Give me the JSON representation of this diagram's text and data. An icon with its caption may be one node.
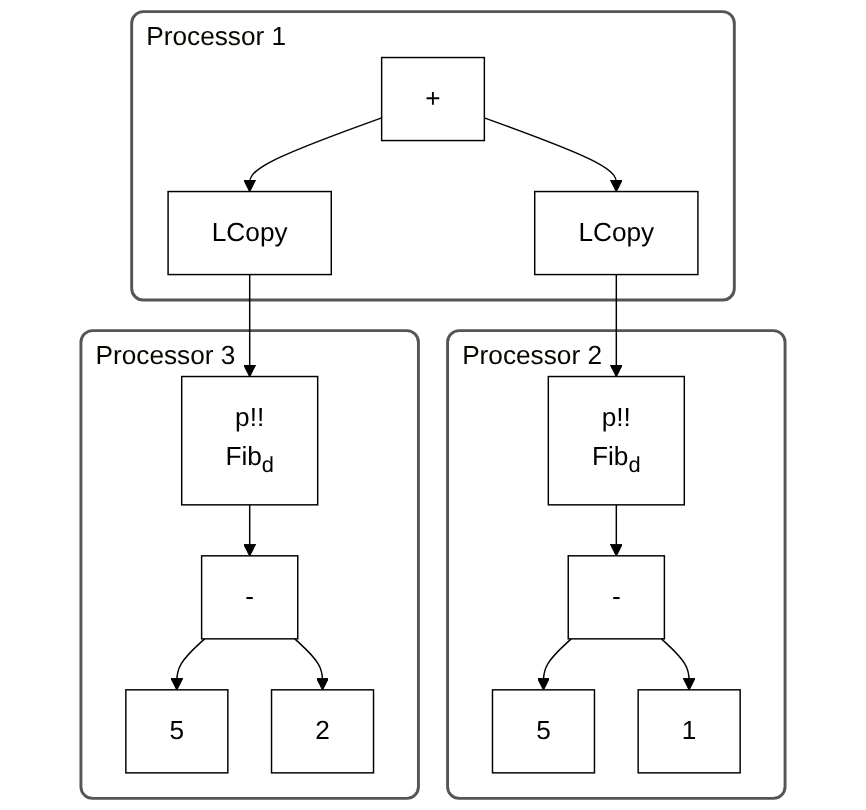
{
  "diagram": {
    "nodes": [
      {
        "text": [
          "Processor 1"
        ]
      },
      {
        "text": [
          "+"
        ],
        "in": 0
      },
      {
        "text": [
          "LCopy"
        ],
        "in": 0
      },
      {
        "text": [
          "LCopy"
        ],
        "in": 0
      },
      {
        "text": [
          "Processor 2"
        ]
      },
      {
        "text": [
          "p!!",
          "Fib$_{d}$"
        ],
        "in": 4
      },
      {
        "text": [
          "-"
        ],
        "in": 4
      },
      {
        "text": [
          "5"
        ],
        "in": 4
      },
      {
        "text": [
          "1"
        ],
        "in": 4
      },
      {
        "text": [
          "Processor 3"
        ]
      },
      {
        "text": [
          "p!!",
          "Fib$_{d}$"
        ],
        "in": 9
      },
      {
        "text": [
          "-"
        ],
        "in": 9
      },
      {
        "text": [
          "5"
        ],
        "in": 9
      },
      {
        "text": [
          "2"
        ],
        "in": 9
      }
    ],
    "edges": [
      {
        "from": 1,
        "to": 2,
        "arrow": "to"
      },
      {
        "from": 1,
        "to": 3,
        "arrow": "to"
      },
      {
        "from": 2,
        "to": 5,
        "arrow": "to"
      },
      {
        "from": 3,
        "to": 10,
        "arrow": "to"
      },
      {
        "from": 5,
        "to": 6,
        "arrow": "to"
      },
      {
        "from": 6,
        "to": 7,
        "arrow": "to"
      },
      {
        "from": 6,
        "to": 8,
        "arrow": "to"
      },
      {
        "from": 10,
        "to": 11,
        "arrow": "to"
      },
      {
        "from": 11,
        "to": 12,
        "arrow": "to"
      },
      {
        "from": 11,
        "to": 13,
        "arrow": "to"
      }
    ]
  }
}
